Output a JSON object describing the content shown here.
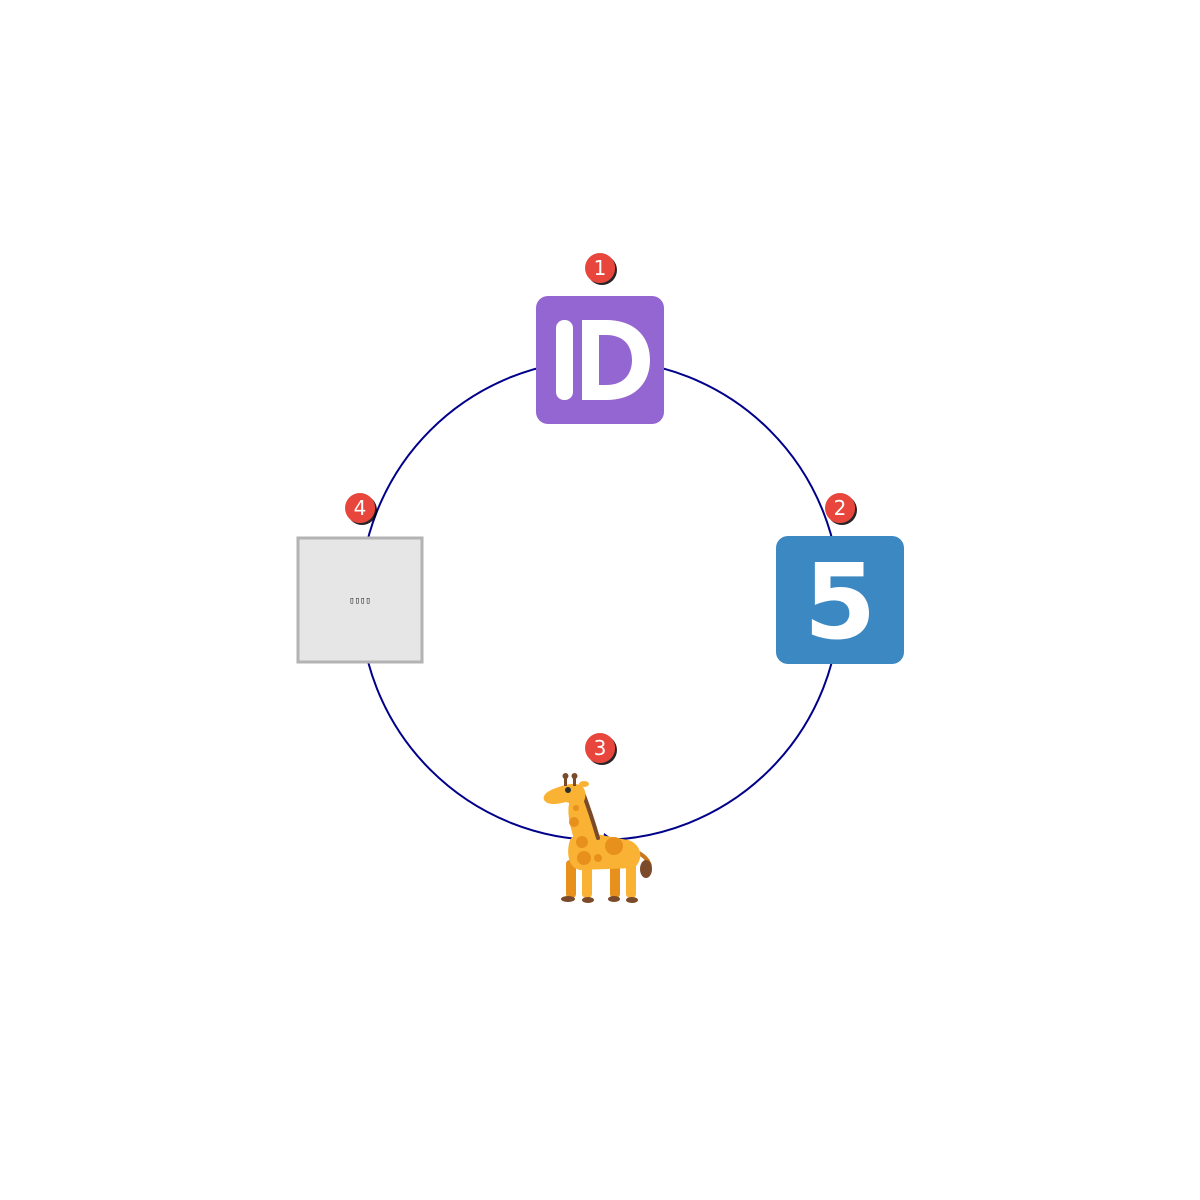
{
  "diagram": {
    "ring_color": "#00008b",
    "badge_color": "#e8453c",
    "nodes": [
      {
        "badge": "1",
        "icon": "id-button-icon",
        "text": "ID",
        "color": "#9466d1"
      },
      {
        "badge": "2",
        "icon": "keycap-digit-five-icon",
        "text": "5",
        "color": "#3b88c3"
      },
      {
        "badge": "3",
        "icon": "giraffe-icon",
        "color": "#f9b233"
      },
      {
        "badge": "4",
        "icon": "missing-glyph-placeholder-icon",
        "text": "▯▯▯▯",
        "color": "#e6e6e6"
      }
    ]
  }
}
